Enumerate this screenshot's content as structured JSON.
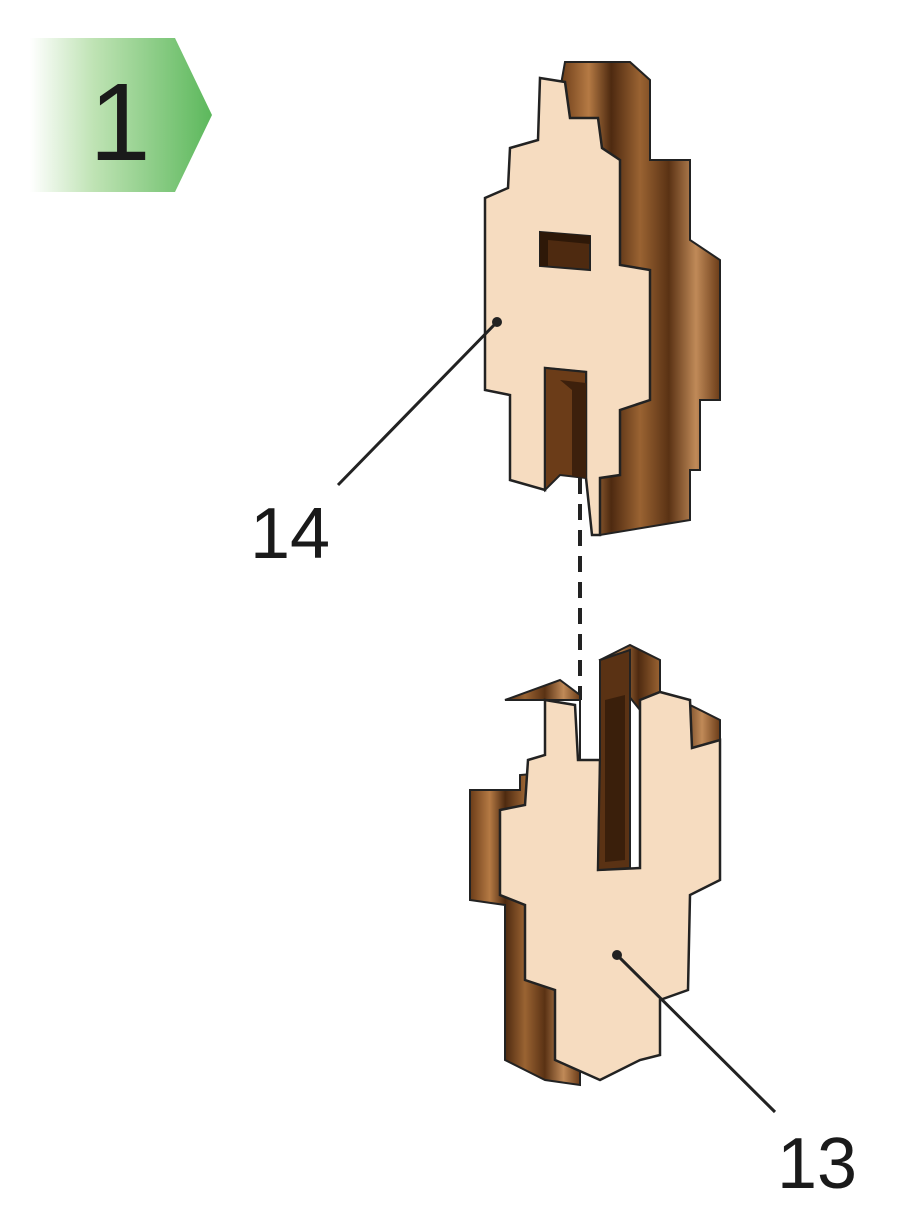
{
  "step": {
    "number": "1",
    "badge_color": "#5cb85c",
    "badge_fade_color": "#ffffff"
  },
  "parts": [
    {
      "id": "upper-piece",
      "label": "14"
    },
    {
      "id": "lower-piece",
      "label": "13"
    }
  ],
  "colors": {
    "wood_face": "#f6dcc0",
    "wood_edge_dark": "#5a3214",
    "wood_edge_mid": "#8a5a30",
    "wood_edge_light": "#c08a58",
    "outline": "#222222",
    "guide_line": "#222222"
  }
}
